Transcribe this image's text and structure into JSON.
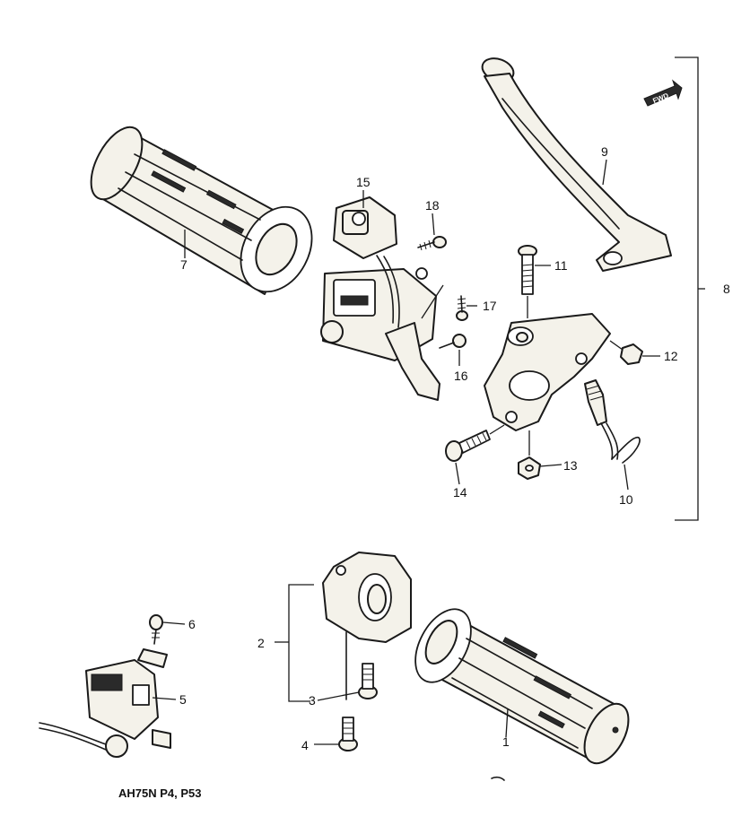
{
  "diagram": {
    "caption": "AH75N P4, P53",
    "fwd_label": "FWD",
    "callouts": {
      "p1": "1",
      "p2": "2",
      "p3": "3",
      "p4": "4",
      "p5": "5",
      "p6": "6",
      "p7": "7",
      "p8": "8",
      "p9": "9",
      "p10": "10",
      "p11": "11",
      "p12": "12",
      "p13": "13",
      "p14": "14",
      "p15": "15",
      "p16": "16",
      "p17": "17",
      "p18": "18"
    },
    "colors": {
      "ink": "#1a1a1a",
      "paper": "#ffffff"
    }
  }
}
